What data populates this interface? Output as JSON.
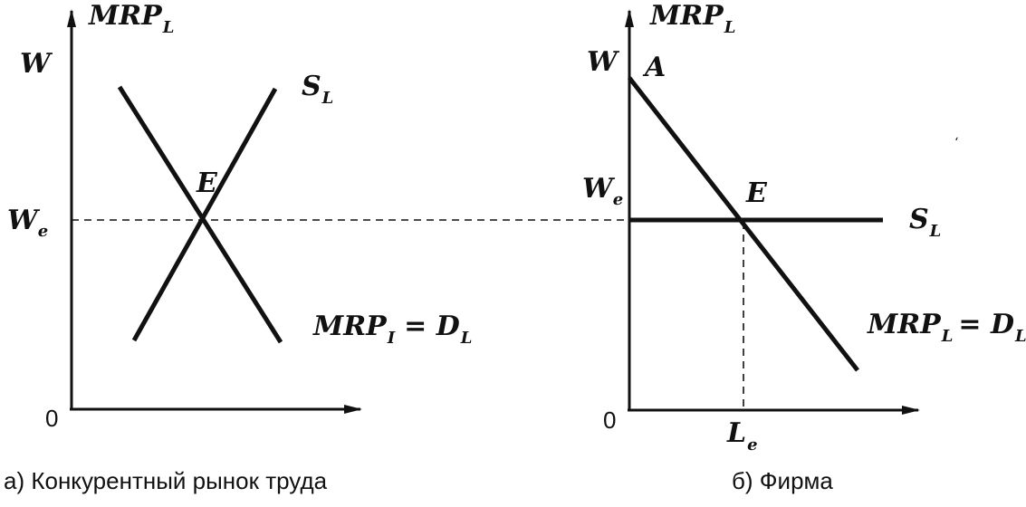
{
  "left_panel": {
    "axis_label_y": "MRP",
    "axis_label_y_sub": "L",
    "wage_label": "W",
    "equilibrium_wage_label": "W",
    "equilibrium_wage_sub": "e",
    "point_label": "E",
    "supply_label": "S",
    "supply_sub": "L",
    "demand_label_main": "MRP",
    "demand_label_main_sub": "I",
    "demand_label_eq": "= D",
    "demand_label_eq_sub": "L",
    "origin_label": "0",
    "caption": "а) Конкурентный рынок труда"
  },
  "right_panel": {
    "axis_label_y": "MRP",
    "axis_label_y_sub": "L",
    "wage_label": "W",
    "point_a_label": "A",
    "equilibrium_wage_label": "W",
    "equilibrium_wage_sub": "e",
    "point_label": "E",
    "supply_label": "S",
    "supply_sub": "L",
    "demand_label_main": "MRP",
    "demand_label_main_sub": "L",
    "demand_label_eq": "= D",
    "demand_label_eq_sub": "L",
    "origin_label": "0",
    "employment_label": "L",
    "employment_sub": "e",
    "caption": "б) Фирма"
  },
  "colors": {
    "ink": "#111111",
    "background": "#ffffff"
  },
  "stray_mark": "‘"
}
